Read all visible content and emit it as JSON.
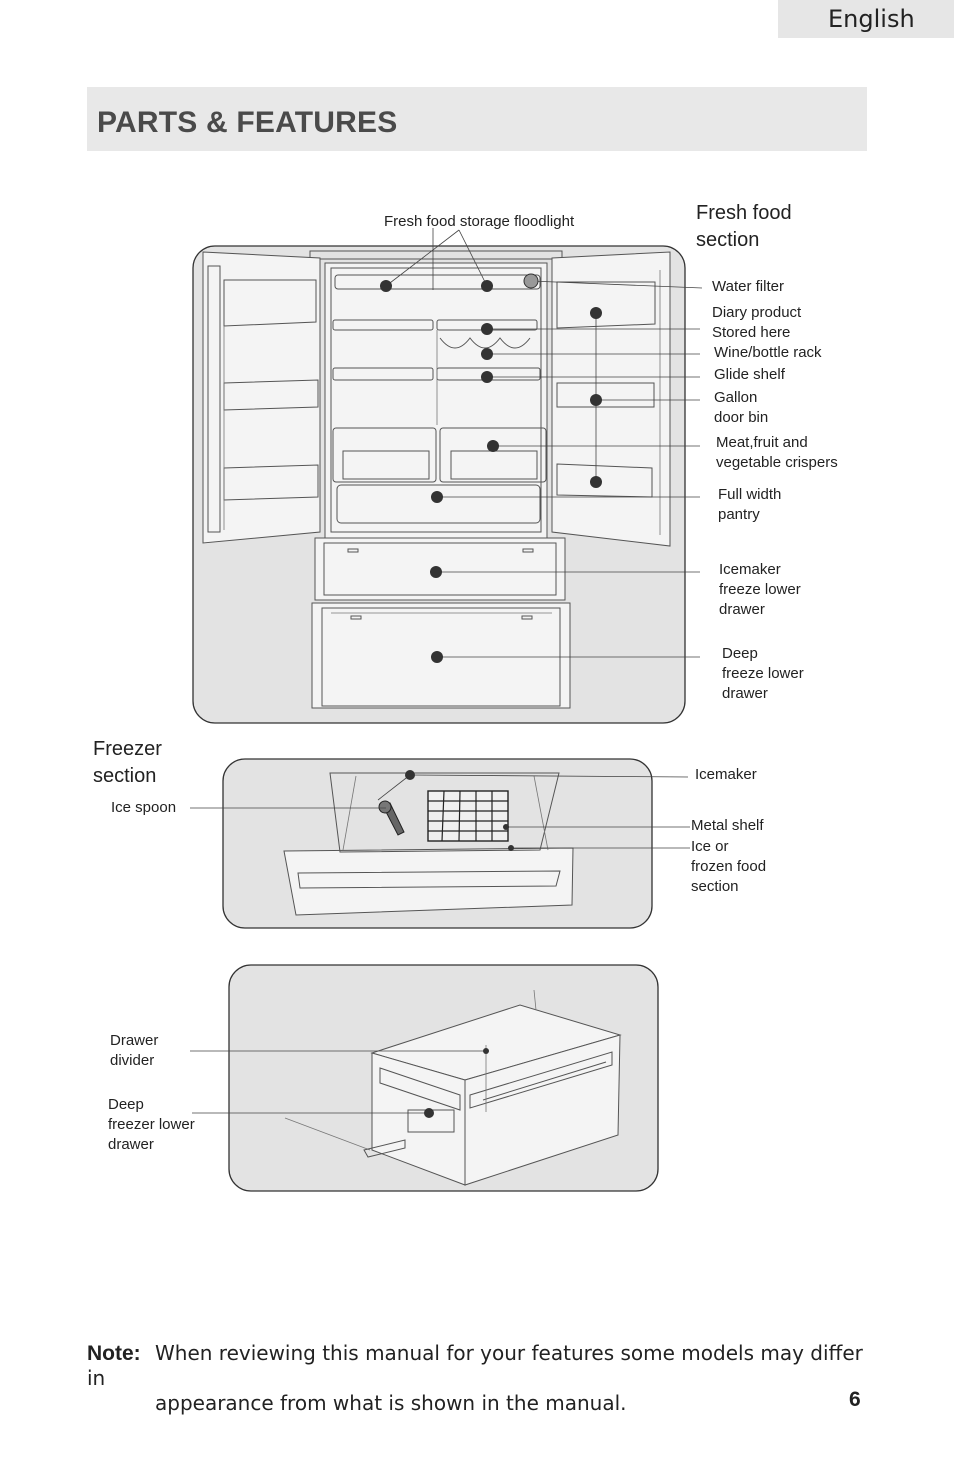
{
  "header": {
    "language_tab": "English",
    "title": "PARTS & FEATURES"
  },
  "fresh_food": {
    "section_title": [
      "Fresh food",
      "section"
    ],
    "floodlight_label": "Fresh food storage floodlight",
    "labels": [
      [
        "Water filter"
      ],
      [
        "Diary product",
        "Stored here"
      ],
      [
        "Wine/bottle rack"
      ],
      [
        "Glide shelf"
      ],
      [
        "Gallon",
        "door bin"
      ],
      [
        "Meat,fruit and",
        "vegetable crispers"
      ],
      [
        "Full width",
        "pantry"
      ],
      [
        "Icemaker",
        "freeze lower",
        "drawer"
      ],
      [
        "Deep",
        "freeze lower",
        "drawer"
      ]
    ]
  },
  "freezer": {
    "section_title": [
      "Freezer",
      "section"
    ],
    "ice_spoon": "Ice spoon",
    "icemaker": "Icemaker",
    "metal_shelf": "Metal shelf",
    "ice_section": [
      "Ice or",
      "frozen food",
      "section"
    ]
  },
  "deep_drawer": {
    "drawer_divider": [
      "Drawer",
      "divider"
    ],
    "deep_drawer": [
      "Deep",
      "freezer lower",
      "drawer"
    ]
  },
  "note": {
    "label": "Note:",
    "line1": "When reviewing this manual for your features some models may differ in",
    "line2": "appearance from what is shown in the manual."
  },
  "page_number": "6"
}
